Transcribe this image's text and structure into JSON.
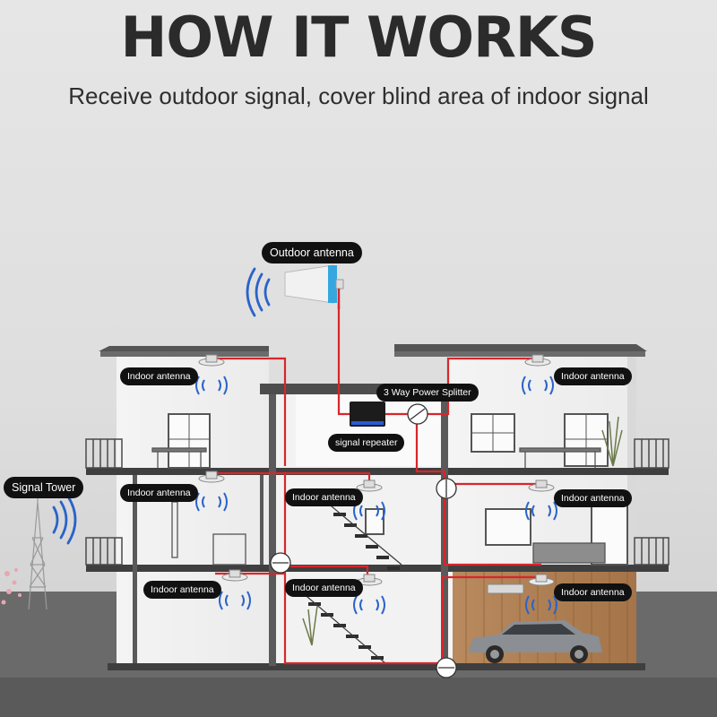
{
  "header": {
    "title": "HOW IT WORKS",
    "subtitle": "Receive outdoor signal, cover blind area of indoor signal"
  },
  "labels": {
    "outdoor_antenna": "Outdoor antenna",
    "signal_tower": "Signal Tower",
    "power_splitter": "3 Way Power Splitter",
    "signal_repeater": "signal repeater",
    "indoor_antenna": "Indoor antenna"
  },
  "colors": {
    "cable": "#d8262b",
    "wave": "#2a63c9",
    "label_bg": "#111111"
  },
  "icons": [
    "signal-wave-icon",
    "outdoor-antenna-icon",
    "ceiling-antenna-icon",
    "splitter-icon",
    "repeater-icon",
    "signal-tower-icon",
    "car-icon"
  ]
}
